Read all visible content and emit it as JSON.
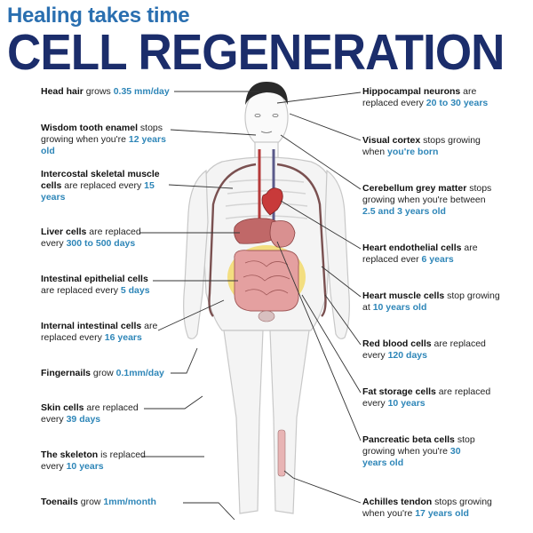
{
  "header": {
    "subtitle": "Healing takes time",
    "title": "CELL REGENERATION"
  },
  "labels_left": [
    {
      "bold": "Head hair",
      "text": " grows ",
      "value": "0.35 mm/day",
      "text2": ""
    },
    {
      "bold": "Wisdom tooth enamel",
      "text": " stops growing when you're ",
      "value": "12 years old",
      "text2": ""
    },
    {
      "bold": "Intercostal skeletal muscle cells",
      "text": " are replaced every ",
      "value": "15 years",
      "text2": ""
    },
    {
      "bold": "Liver cells",
      "text": " are replaced every ",
      "value": "300 to 500 days",
      "text2": ""
    },
    {
      "bold": "Intestinal epithelial cells",
      "text": " are replaced every ",
      "value": "5 days",
      "text2": ""
    },
    {
      "bold": "Internal intestinal cells",
      "text": " are replaced every ",
      "value": "16 years",
      "text2": ""
    },
    {
      "bold": "Fingernails",
      "text": " grow ",
      "value": "0.1mm/day",
      "text2": ""
    },
    {
      "bold": "Skin cells",
      "text": " are replaced every ",
      "value": "39 days",
      "text2": ""
    },
    {
      "bold": "The skeleton",
      "text": " is replaced every ",
      "value": "10 years",
      "text2": ""
    },
    {
      "bold": "Toenails",
      "text": " grow ",
      "value": "1mm/month",
      "text2": ""
    }
  ],
  "labels_right": [
    {
      "bold": "Hippocampal neurons",
      "text": " are replaced every ",
      "value": "20 to 30 years",
      "text2": ""
    },
    {
      "bold": "Visual cortex",
      "text": " stops growing when ",
      "value": "you're born",
      "text2": ""
    },
    {
      "bold": "Cerebellum grey matter",
      "text": " stops growing when you're between ",
      "value": "2.5 and 3 years old",
      "text2": ""
    },
    {
      "bold": "Heart endothelial cells",
      "text": " are replaced ever ",
      "value": "6 years",
      "text2": ""
    },
    {
      "bold": "Heart muscle cells",
      "text": " stop growing at ",
      "value": "10 years old",
      "text2": ""
    },
    {
      "bold": "Red blood cells",
      "text": " are replaced every ",
      "value": "120 days",
      "text2": ""
    },
    {
      "bold": "Fat storage cells",
      "text": " are replaced every ",
      "value": "10 years",
      "text2": ""
    },
    {
      "bold": "Pancreatic beta cells",
      "text": " stop growing when you're ",
      "value": "30 years old",
      "text2": ""
    },
    {
      "bold": "Achilles tendon",
      "text": " stops growing when you're ",
      "value": "17 years old",
      "text2": ""
    }
  ],
  "colors": {
    "title": "#1b2d6b",
    "subtitle": "#2a6fb0",
    "highlight": "#2e86b8",
    "organ_pink": "#d98a8a",
    "fat_yellow": "#f2d96b"
  }
}
